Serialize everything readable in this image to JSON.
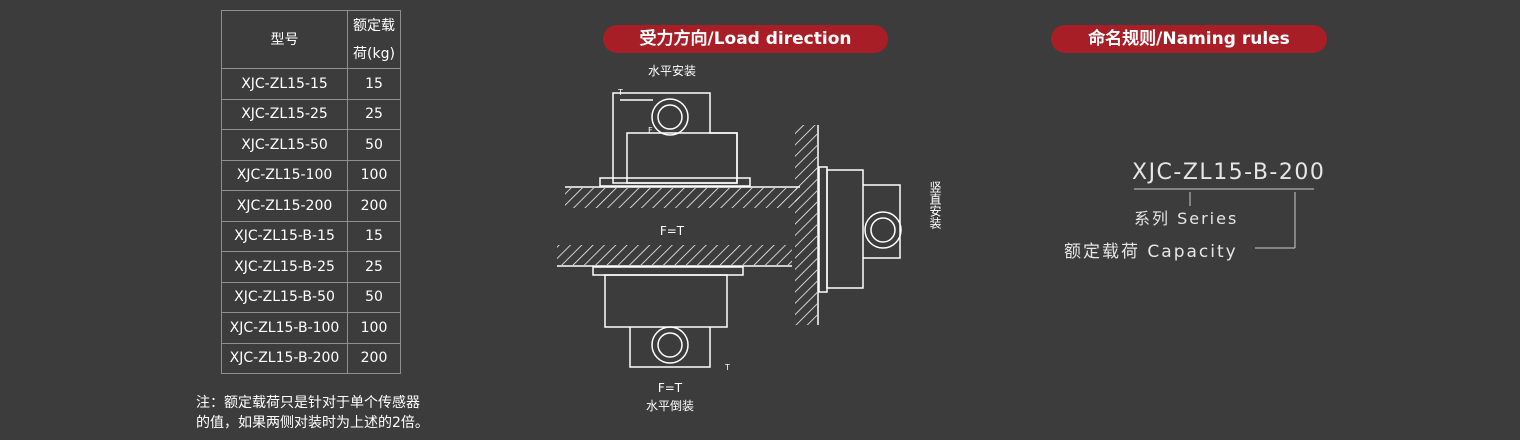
{
  "spec_table": {
    "header_model": "型号",
    "header_load_line1": "额定载",
    "header_load_line2": "荷(kg)",
    "rows": [
      {
        "model": "XJC-ZL15-15",
        "load": "15"
      },
      {
        "model": "XJC-ZL15-25",
        "load": "25"
      },
      {
        "model": "XJC-ZL15-50",
        "load": "50"
      },
      {
        "model": "XJC-ZL15-100",
        "load": "100"
      },
      {
        "model": "XJC-ZL15-200",
        "load": "200"
      },
      {
        "model": "XJC-ZL15-B-15",
        "load": "15"
      },
      {
        "model": "XJC-ZL15-B-25",
        "load": "25"
      },
      {
        "model": "XJC-ZL15-B-50",
        "load": "50"
      },
      {
        "model": "XJC-ZL15-B-100",
        "load": "100"
      },
      {
        "model": "XJC-ZL15-B-200",
        "load": "200"
      }
    ]
  },
  "note": {
    "line1": "注：额定载荷只是针对于单个传感器",
    "line2": "的值，如果两侧对装时为上述的2倍。"
  },
  "load_direction": {
    "title": "受力方向/Load direction",
    "horizontal_mount": "水平安装",
    "vertical_mount": "竖直安装",
    "inverted_mount": "水平倒装",
    "equation_top": "F=T",
    "equation_bottom": "F=T",
    "label_t": "T",
    "label_f": "F"
  },
  "naming_rules": {
    "title": "命名规则/Naming rules",
    "code": "XJC-ZL15-B-200",
    "series_label": "系列 Series",
    "capacity_label": "额定载荷 Capacity"
  },
  "colors": {
    "background": "#3c3c3c",
    "accent": "#a81e26",
    "line": "#ffffff"
  }
}
